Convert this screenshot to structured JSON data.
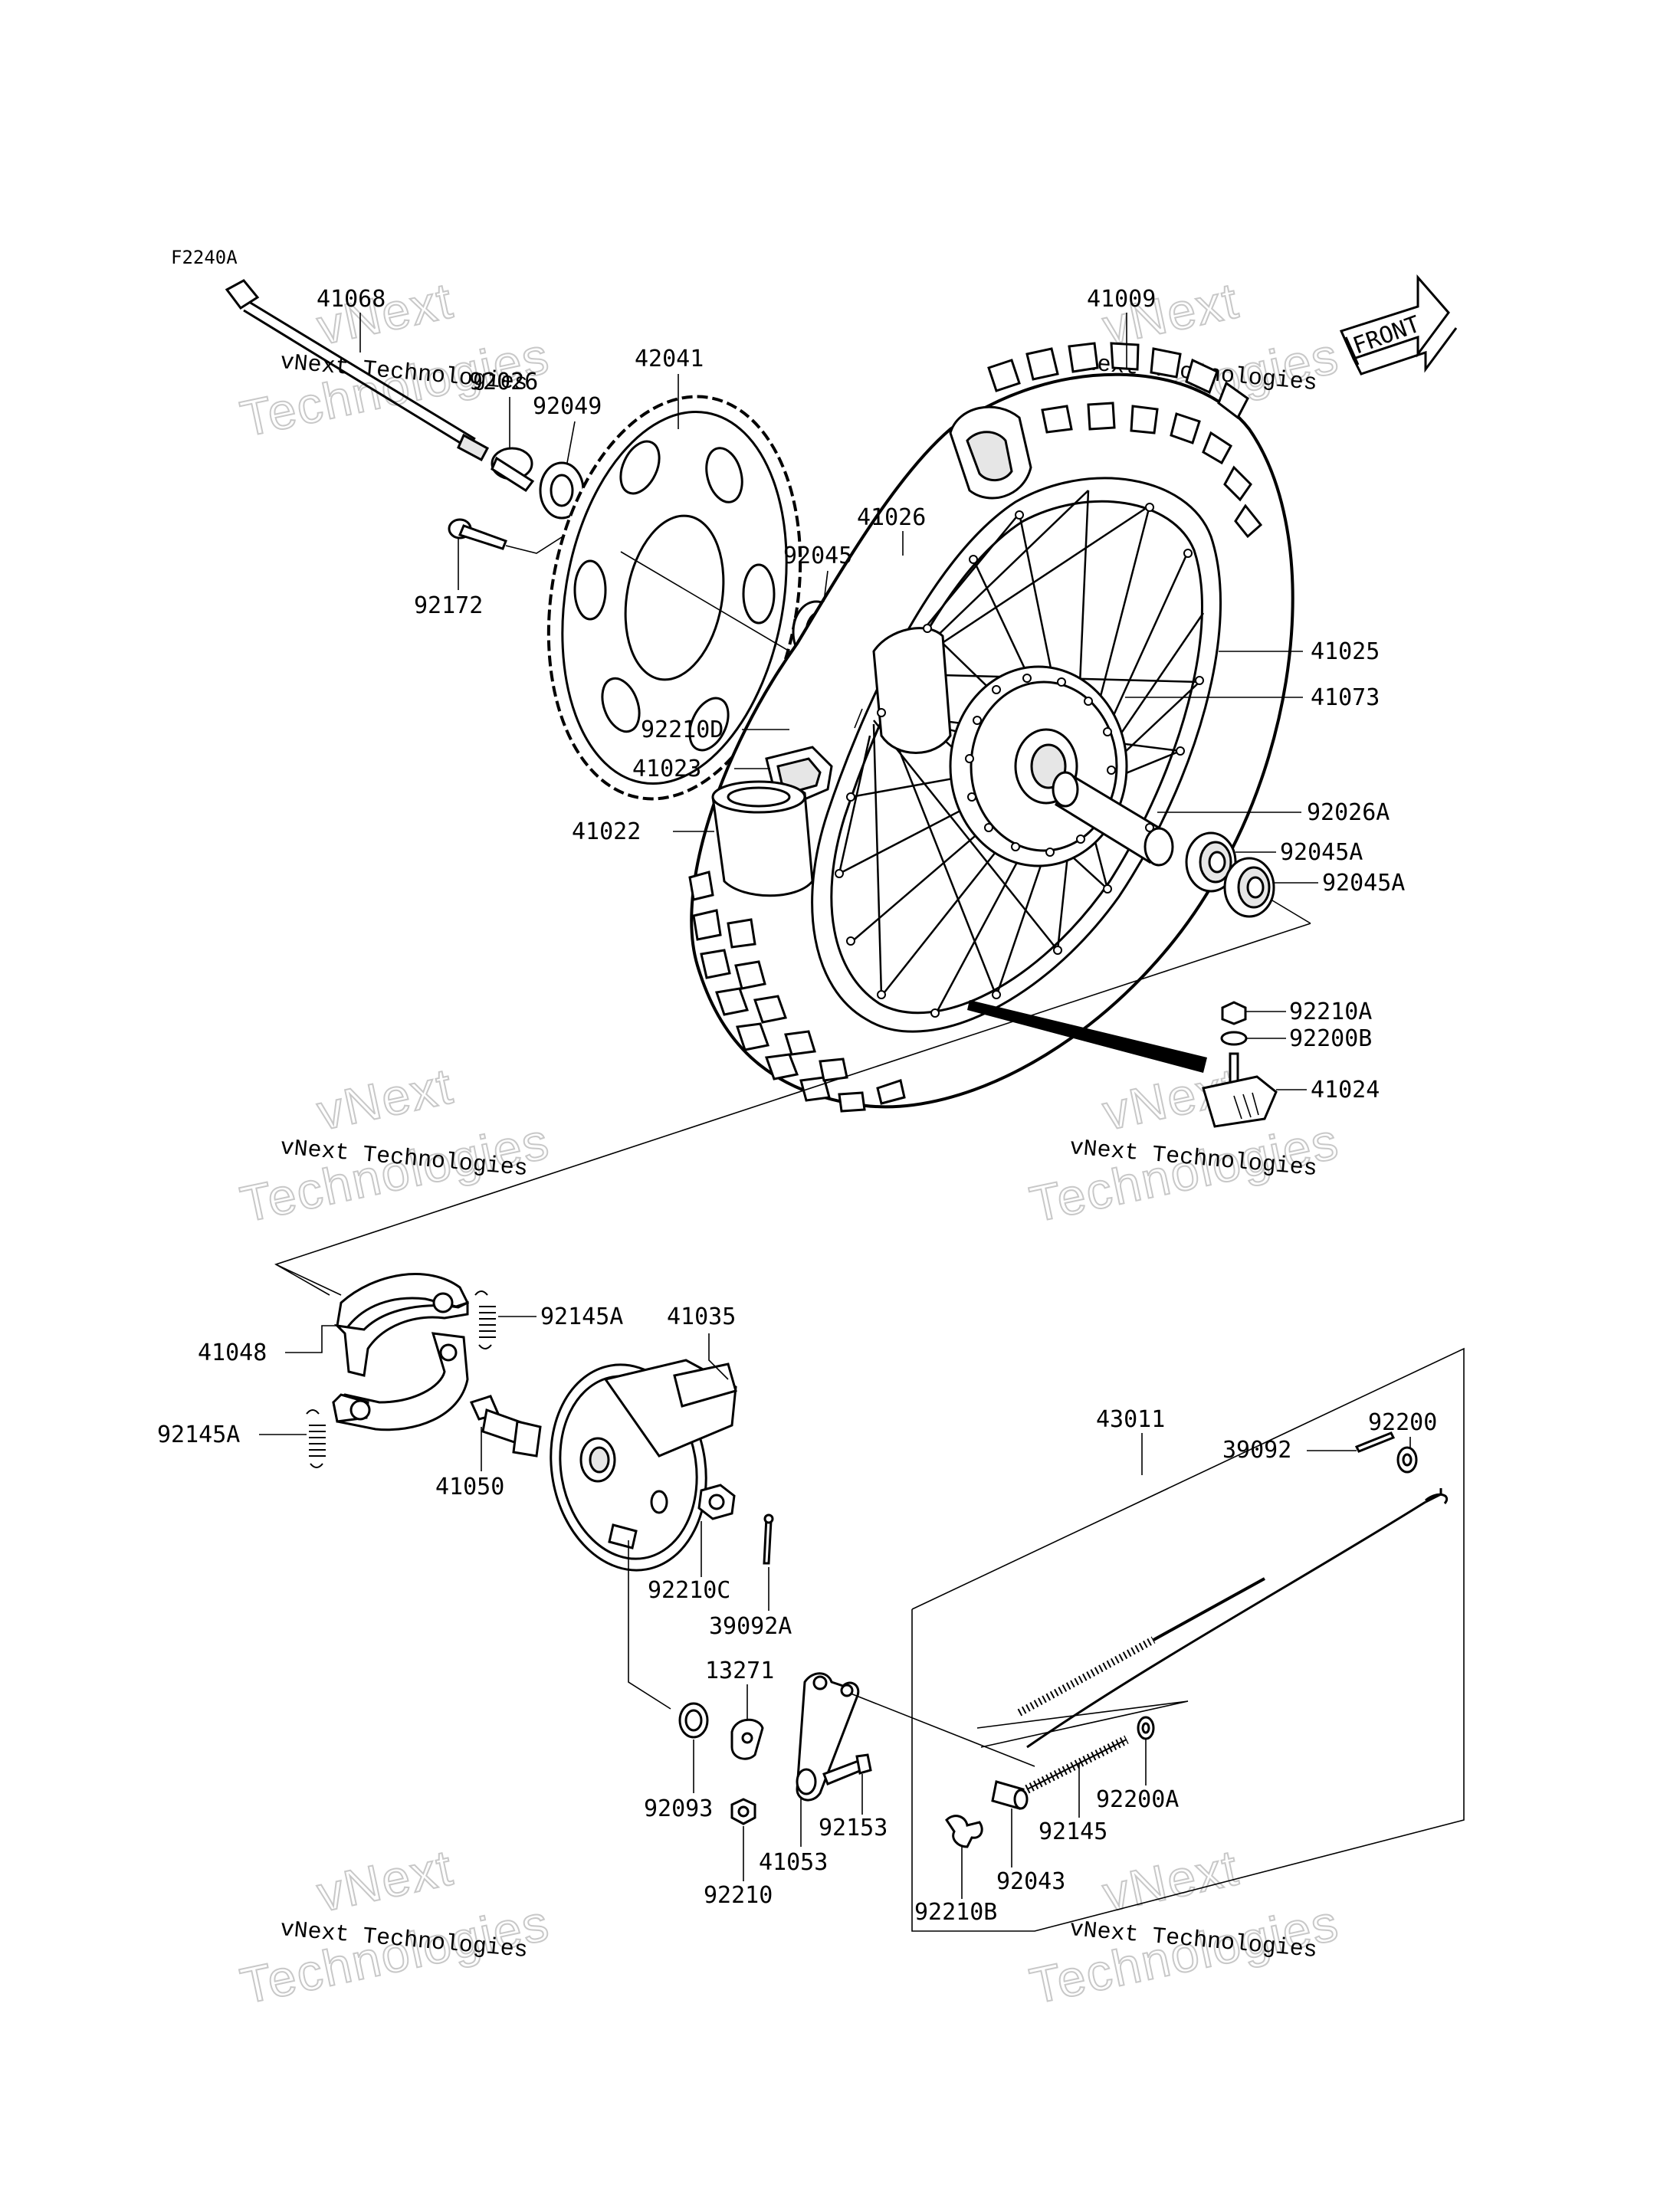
{
  "diagram_code": "F2240A",
  "front_label": "FRONT",
  "watermark": {
    "line1": "vNext",
    "line2": "Technologies",
    "caption": "vNext Technologies"
  },
  "parts": {
    "p41068": "41068",
    "p92026": "92026",
    "p92049": "92049",
    "p42041": "42041",
    "p92172": "92172",
    "p41009": "41009",
    "p41026": "41026",
    "p92045": "92045",
    "p41025": "41025",
    "p41073": "41073",
    "p92210D": "92210D",
    "p41023": "41023",
    "p41022": "41022",
    "p92026A": "92026A",
    "p92045A_1": "92045A",
    "p92045A_2": "92045A",
    "p92210A": "92210A",
    "p92200B": "92200B",
    "p41024": "41024",
    "p41048": "41048",
    "p92145A_1": "92145A",
    "p41035": "41035",
    "p92145A_2": "92145A",
    "p41050": "41050",
    "p92210C": "92210C",
    "p39092A": "39092A",
    "p13271": "13271",
    "p92093": "92093",
    "p92210": "92210",
    "p41053": "41053",
    "p92153": "92153",
    "p92210B": "92210B",
    "p92043": "92043",
    "p92145": "92145",
    "p92200A": "92200A",
    "p43011": "43011",
    "p92200": "92200",
    "p39092": "39092"
  }
}
